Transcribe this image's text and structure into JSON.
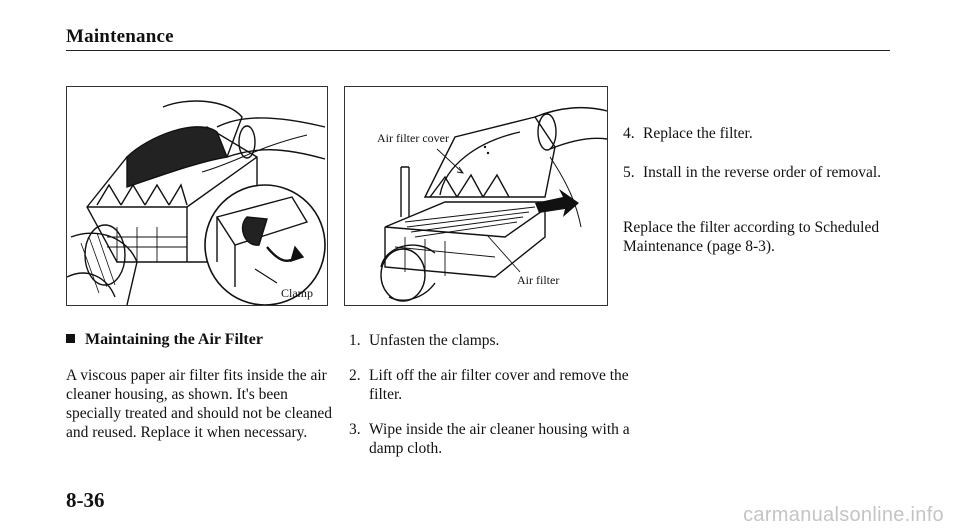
{
  "header": {
    "title": "Maintenance"
  },
  "figure_left": {
    "label_clamp": "Clamp"
  },
  "figure_right": {
    "label_cover": "Air filter cover",
    "label_filter": "Air filter"
  },
  "left_column": {
    "heading": "Maintaining the Air Filter",
    "paragraph": "A viscous paper air filter fits inside the air cleaner housing, as shown. It's been specially treated and should not be cleaned and reused. Replace it when necessary."
  },
  "middle_column": {
    "steps": [
      {
        "num": "1.",
        "text": "Unfasten the clamps."
      },
      {
        "num": "2.",
        "text": "Lift off the air filter cover and remove the filter."
      },
      {
        "num": "3.",
        "text": "Wipe inside the air cleaner housing with a damp cloth."
      }
    ]
  },
  "right_column": {
    "steps": [
      {
        "num": "4.",
        "text": "Replace the filter."
      },
      {
        "num": "5.",
        "text": "Install in the reverse order of removal."
      }
    ],
    "paragraph": "Replace the filter according to Scheduled Maintenance (page 8-3)."
  },
  "footer": {
    "page_number": "8-36"
  },
  "watermark": "carmanualsonline.info"
}
